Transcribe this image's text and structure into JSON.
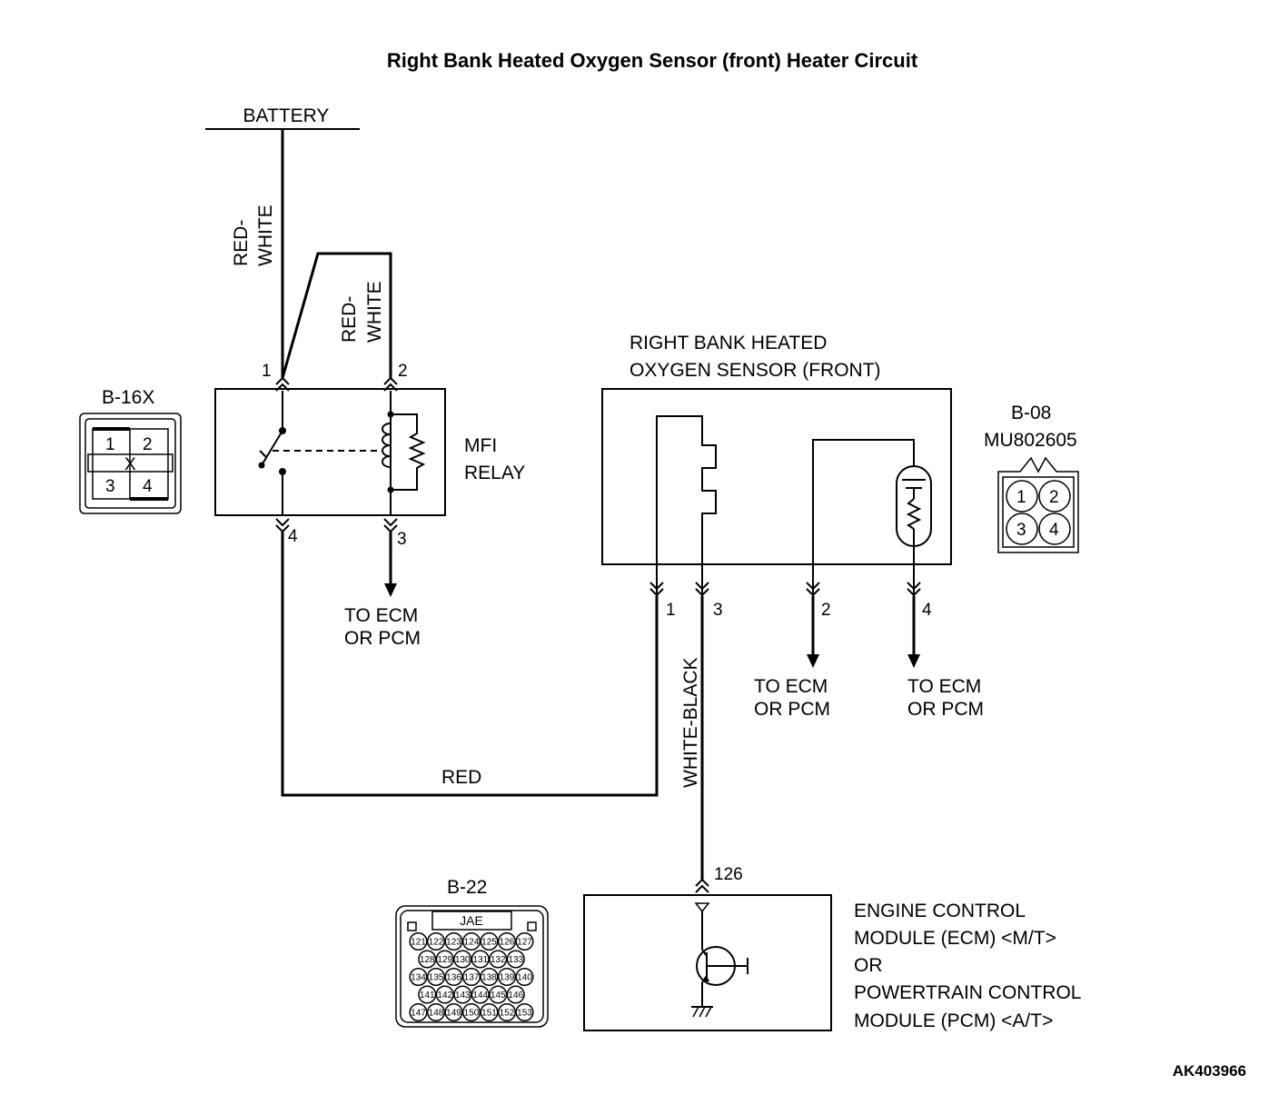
{
  "title": "Right Bank Heated Oxygen Sensor (front) Heater Circuit",
  "battery": "BATTERY",
  "wires": {
    "battery_feed_1": "RED-",
    "battery_feed_2": "WHITE",
    "relay_feed_1": "RED-",
    "relay_feed_2": "WHITE",
    "relay_to_sensor": "RED",
    "sensor_to_ecm": "WHITE-BLACK"
  },
  "relay": {
    "name_line1": "MFI",
    "name_line2": "RELAY",
    "pins": [
      "1",
      "2",
      "3",
      "4"
    ],
    "to_ecm_line1": "TO ECM",
    "to_ecm_line2": "OR PCM"
  },
  "connector_b16x": {
    "id": "B-16X",
    "pins": [
      "1",
      "2",
      "3",
      "4"
    ],
    "mark": "X"
  },
  "sensor": {
    "name_line1": "RIGHT BANK HEATED",
    "name_line2": "OXYGEN SENSOR (FRONT)",
    "pins": [
      "1",
      "3",
      "2",
      "4"
    ],
    "to_ecm_a_line1": "TO ECM",
    "to_ecm_a_line2": "OR PCM",
    "to_ecm_b_line1": "TO ECM",
    "to_ecm_b_line2": "OR PCM"
  },
  "connector_b08": {
    "id": "B-08",
    "part": "MU802605",
    "pins": [
      "1",
      "2",
      "3",
      "4"
    ]
  },
  "connector_b22": {
    "id": "B-22",
    "maker": "JAE",
    "rows": [
      [
        "121",
        "122",
        "123",
        "124",
        "125",
        "126",
        "127"
      ],
      [
        "128",
        "129",
        "130",
        "131",
        "132",
        "133"
      ],
      [
        "134",
        "135",
        "136",
        "137",
        "138",
        "139",
        "140"
      ],
      [
        "141",
        "142",
        "143",
        "144",
        "145",
        "146"
      ],
      [
        "147",
        "148",
        "149",
        "150",
        "151",
        "152",
        "153"
      ]
    ]
  },
  "ecm": {
    "pin": "126",
    "line1": "ENGINE CONTROL",
    "line2": "MODULE (ECM) <M/T>",
    "line3": "OR",
    "line4": "POWERTRAIN CONTROL",
    "line5": "MODULE (PCM) <A/T>"
  },
  "figure_code": "AK403966"
}
